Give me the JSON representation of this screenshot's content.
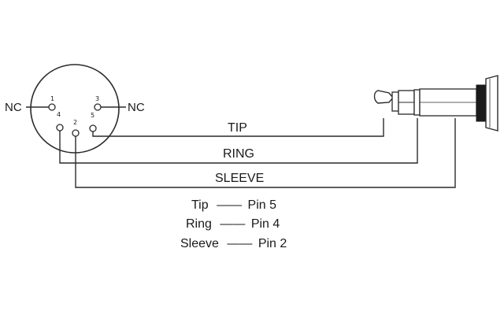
{
  "din_connector": {
    "pins": [
      {
        "number": "1"
      },
      {
        "number": "2"
      },
      {
        "number": "3"
      },
      {
        "number": "4"
      },
      {
        "number": "5"
      }
    ],
    "nc_left": "NC",
    "nc_right": "NC"
  },
  "wires": {
    "tip": "TIP",
    "ring": "RING",
    "sleeve": "SLEEVE"
  },
  "legend": [
    {
      "name": "Tip",
      "dash": "——",
      "pin": "Pin 5"
    },
    {
      "name": "Ring",
      "dash": "——",
      "pin": "Pin 4"
    },
    {
      "name": "Sleeve",
      "dash": "——",
      "pin": "Pin 2"
    }
  ]
}
